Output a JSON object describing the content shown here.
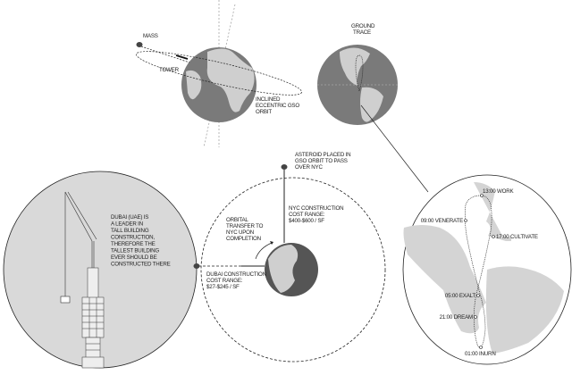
{
  "top_left_globe": {
    "labels": {
      "mass": "MASS",
      "tower": "TOWER",
      "orbit": [
        "INCLINED",
        "ECCENTRIC GSO",
        "ORBIT"
      ]
    }
  },
  "top_right_globe": {
    "label": [
      "GROUND",
      "TRACE"
    ]
  },
  "dubai_panel": {
    "note": [
      "DUBAI (UAE) IS",
      "A LEADER IN",
      "TALL BUILDING",
      "CONSTRUCTION,",
      "THEREFORE THE",
      "TALLEST BUILDING",
      "EVER SHOULD BE",
      "CONSTRUCTED THERE"
    ]
  },
  "orbit_panel": {
    "asteroid_note": [
      "ASTEROID PLACED IN",
      "GSO ORBIT TO PASS",
      "OVER NYC"
    ],
    "nyc_cost": [
      "NYC CONSTRUCTION",
      "COST RANGE:",
      "$400-$600 / SF"
    ],
    "transfer": [
      "ORBITAL",
      "TRANSFER TO",
      "NYC UPON",
      "COMPLETION"
    ],
    "dubai_cost": [
      "DUBAI CONSTRUCTION",
      "COST RANGE:",
      "$27-$245 / SF"
    ]
  },
  "ground_trace_panel": {
    "times": [
      {
        "label": "13:00 WORK"
      },
      {
        "label": "09:00 VENERATE"
      },
      {
        "label": "17:00 CULTIVATE"
      },
      {
        "label": "05:00 EXALT"
      },
      {
        "label": "21:00 DREAM"
      },
      {
        "label": "01:00 INURN"
      }
    ]
  },
  "colors": {
    "ocean": "#7a7a7a",
    "land": "#cfcfcf",
    "line": "#222222"
  }
}
